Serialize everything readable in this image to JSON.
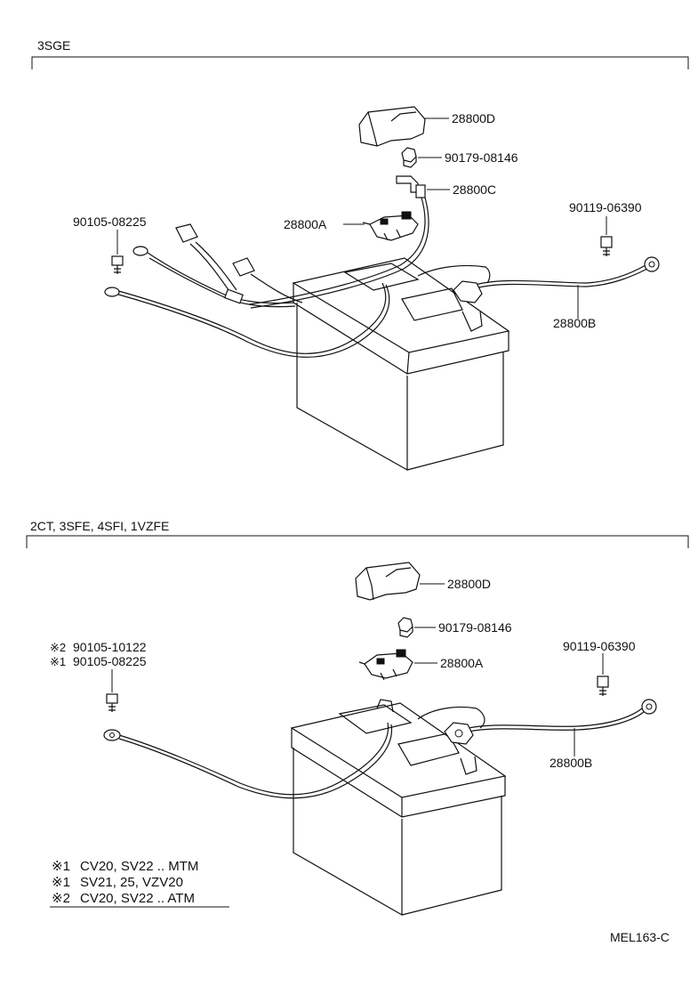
{
  "sections": [
    {
      "header": "3SGE",
      "parts": {
        "terminal_cover": "28800D",
        "nut": "90179-08146",
        "positive_cable": "28800C",
        "clamp": "28800A",
        "ground_bolt": "90119-06390",
        "negative_cable": "28800B",
        "bolt": "90105-08225"
      }
    },
    {
      "header": "2CT, 3SFE, 4SFI, 1VZFE",
      "parts": {
        "terminal_cover": "28800D",
        "nut": "90179-08146",
        "clamp": "28800A",
        "ground_bolt": "90119-06390",
        "negative_cable": "28800B",
        "bolt_alt_mark": "※2",
        "bolt_alt": "90105-10122",
        "bolt_mark": "※1",
        "bolt": "90105-08225"
      }
    }
  ],
  "notes": [
    {
      "mark": "※1",
      "text": "CV20, SV22 .. MTM"
    },
    {
      "mark": "※1",
      "text": "SV21, 25, VZV20"
    },
    {
      "mark": "※2",
      "text": "CV20, SV22 .. ATM"
    }
  ],
  "diagram_code": "MEL163-C"
}
